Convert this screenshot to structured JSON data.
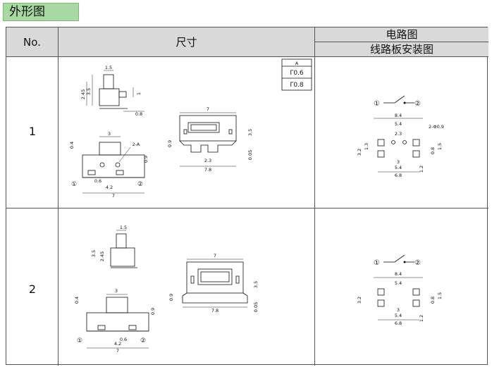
{
  "header": {
    "title": "外形图"
  },
  "table": {
    "col_no": "No.",
    "col_size": "尺寸",
    "col_circuit": "电路图",
    "col_pcb": "线路板安装图",
    "rows": [
      {
        "no": "1"
      },
      {
        "no": "2"
      }
    ]
  },
  "thickness_table": {
    "header": "A",
    "values": [
      "Γ0.6",
      "Γ0.8"
    ]
  },
  "dims": {
    "d1_5": "1.5",
    "d3_5": "3.5",
    "d2_45": "2.45",
    "d1": "1",
    "d0_8": "0.8",
    "d3": "3",
    "d0_4": "0.4",
    "d2A": "2-A",
    "d0_9": "0.9",
    "d0_6": "0.6",
    "d4_2": "4.2",
    "d7": "7",
    "d2_3": "2.3",
    "d7_8": "7.8",
    "d0_05": "0.05",
    "d8_4": "8.4",
    "d5_4": "5.4",
    "d2phi": "2-Φ0.9",
    "d3_2": "3.2",
    "d1_3": "1.3",
    "d1_5b": "1.5",
    "d1_2": "1.2",
    "d6_8": "6.8",
    "p1": "①",
    "p2": "②"
  }
}
